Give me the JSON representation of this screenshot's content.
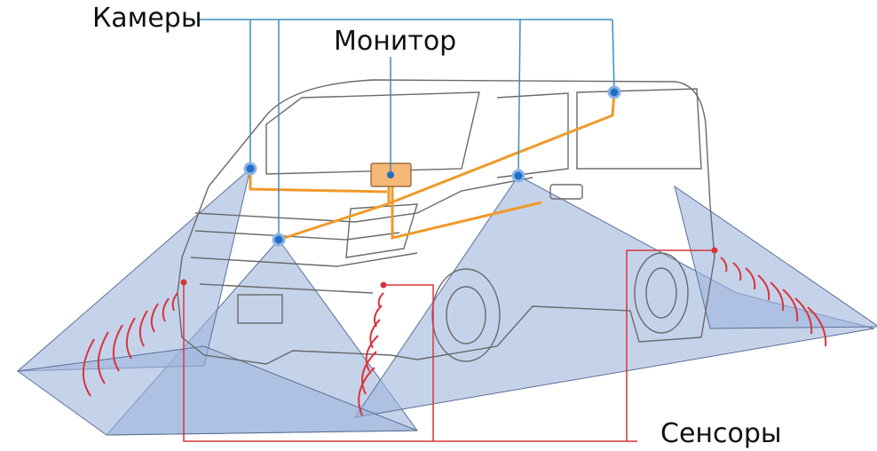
{
  "labels": {
    "cameras": "Камеры",
    "monitor": "Монитор",
    "sensors": "Сенсоры"
  },
  "colors": {
    "camera_line": "#3a8cc4",
    "wiring": "#ef9a2a",
    "sensor_line": "#d8343c",
    "coverage": "#9fb6dc",
    "monitor_box": "#f4b878"
  }
}
